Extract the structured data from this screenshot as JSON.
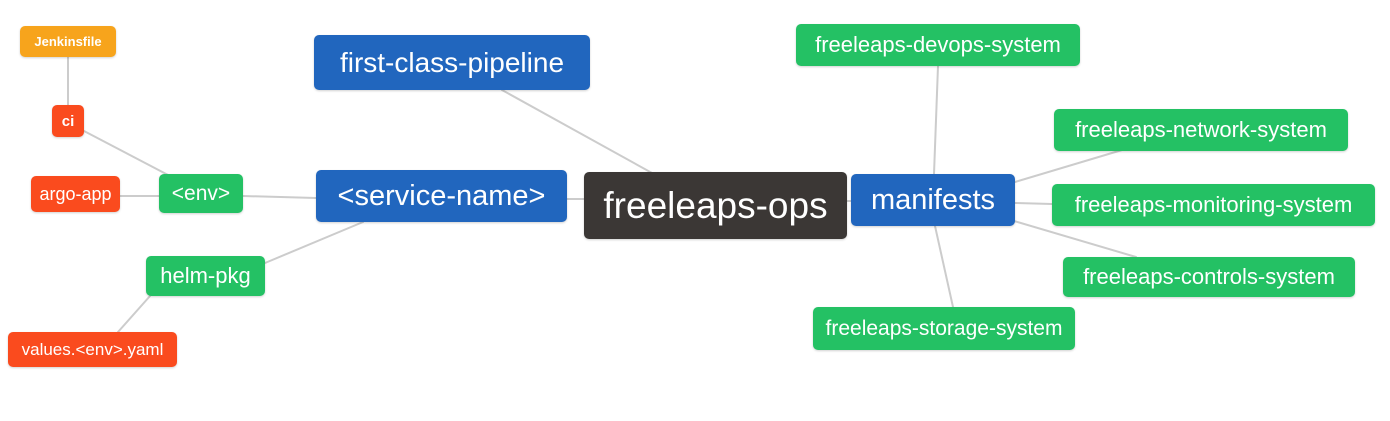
{
  "palette": {
    "blue": "#2166BE",
    "green": "#24C164",
    "red": "#FA4B1E",
    "orange": "#F7A41C",
    "dark": "#3B3735",
    "edge": "#CCCCCC",
    "background": "#FFFFFF",
    "text": "#FFFFFF"
  },
  "root": "freeleaps-ops",
  "nodes": {
    "jenkinsfile": {
      "label": "Jenkinsfile",
      "color": "orange"
    },
    "ci": {
      "label": "ci",
      "color": "red"
    },
    "argo-app": {
      "label": "argo-app",
      "color": "red"
    },
    "env": {
      "label": "<env>",
      "color": "green"
    },
    "helm-pkg": {
      "label": "helm-pkg",
      "color": "green"
    },
    "values-env-yaml": {
      "label": "values.<env>.yaml",
      "color": "red"
    },
    "service-name": {
      "label": "<service-name>",
      "color": "blue"
    },
    "first-class-pipeline": {
      "label": "first-class-pipeline",
      "color": "blue"
    },
    "freeleaps-ops": {
      "label": "freeleaps-ops",
      "color": "dark"
    },
    "manifests": {
      "label": "manifests",
      "color": "blue"
    },
    "devops-system": {
      "label": "freeleaps-devops-system",
      "color": "green"
    },
    "network-system": {
      "label": "freeleaps-network-system",
      "color": "green"
    },
    "monitoring-system": {
      "label": "freeleaps-monitoring-system",
      "color": "green"
    },
    "controls-system": {
      "label": "freeleaps-controls-system",
      "color": "green"
    },
    "storage-system": {
      "label": "freeleaps-storage-system",
      "color": "green"
    }
  },
  "edges": [
    {
      "from": "ci",
      "to": "jenkinsfile"
    },
    {
      "from": "env",
      "to": "ci"
    },
    {
      "from": "env",
      "to": "argo-app"
    },
    {
      "from": "service-name",
      "to": "env"
    },
    {
      "from": "service-name",
      "to": "helm-pkg"
    },
    {
      "from": "helm-pkg",
      "to": "values-env-yaml"
    },
    {
      "from": "freeleaps-ops",
      "to": "first-class-pipeline"
    },
    {
      "from": "freeleaps-ops",
      "to": "service-name"
    },
    {
      "from": "freeleaps-ops",
      "to": "manifests"
    },
    {
      "from": "manifests",
      "to": "devops-system"
    },
    {
      "from": "manifests",
      "to": "network-system"
    },
    {
      "from": "manifests",
      "to": "monitoring-system"
    },
    {
      "from": "manifests",
      "to": "controls-system"
    },
    {
      "from": "manifests",
      "to": "storage-system"
    }
  ]
}
